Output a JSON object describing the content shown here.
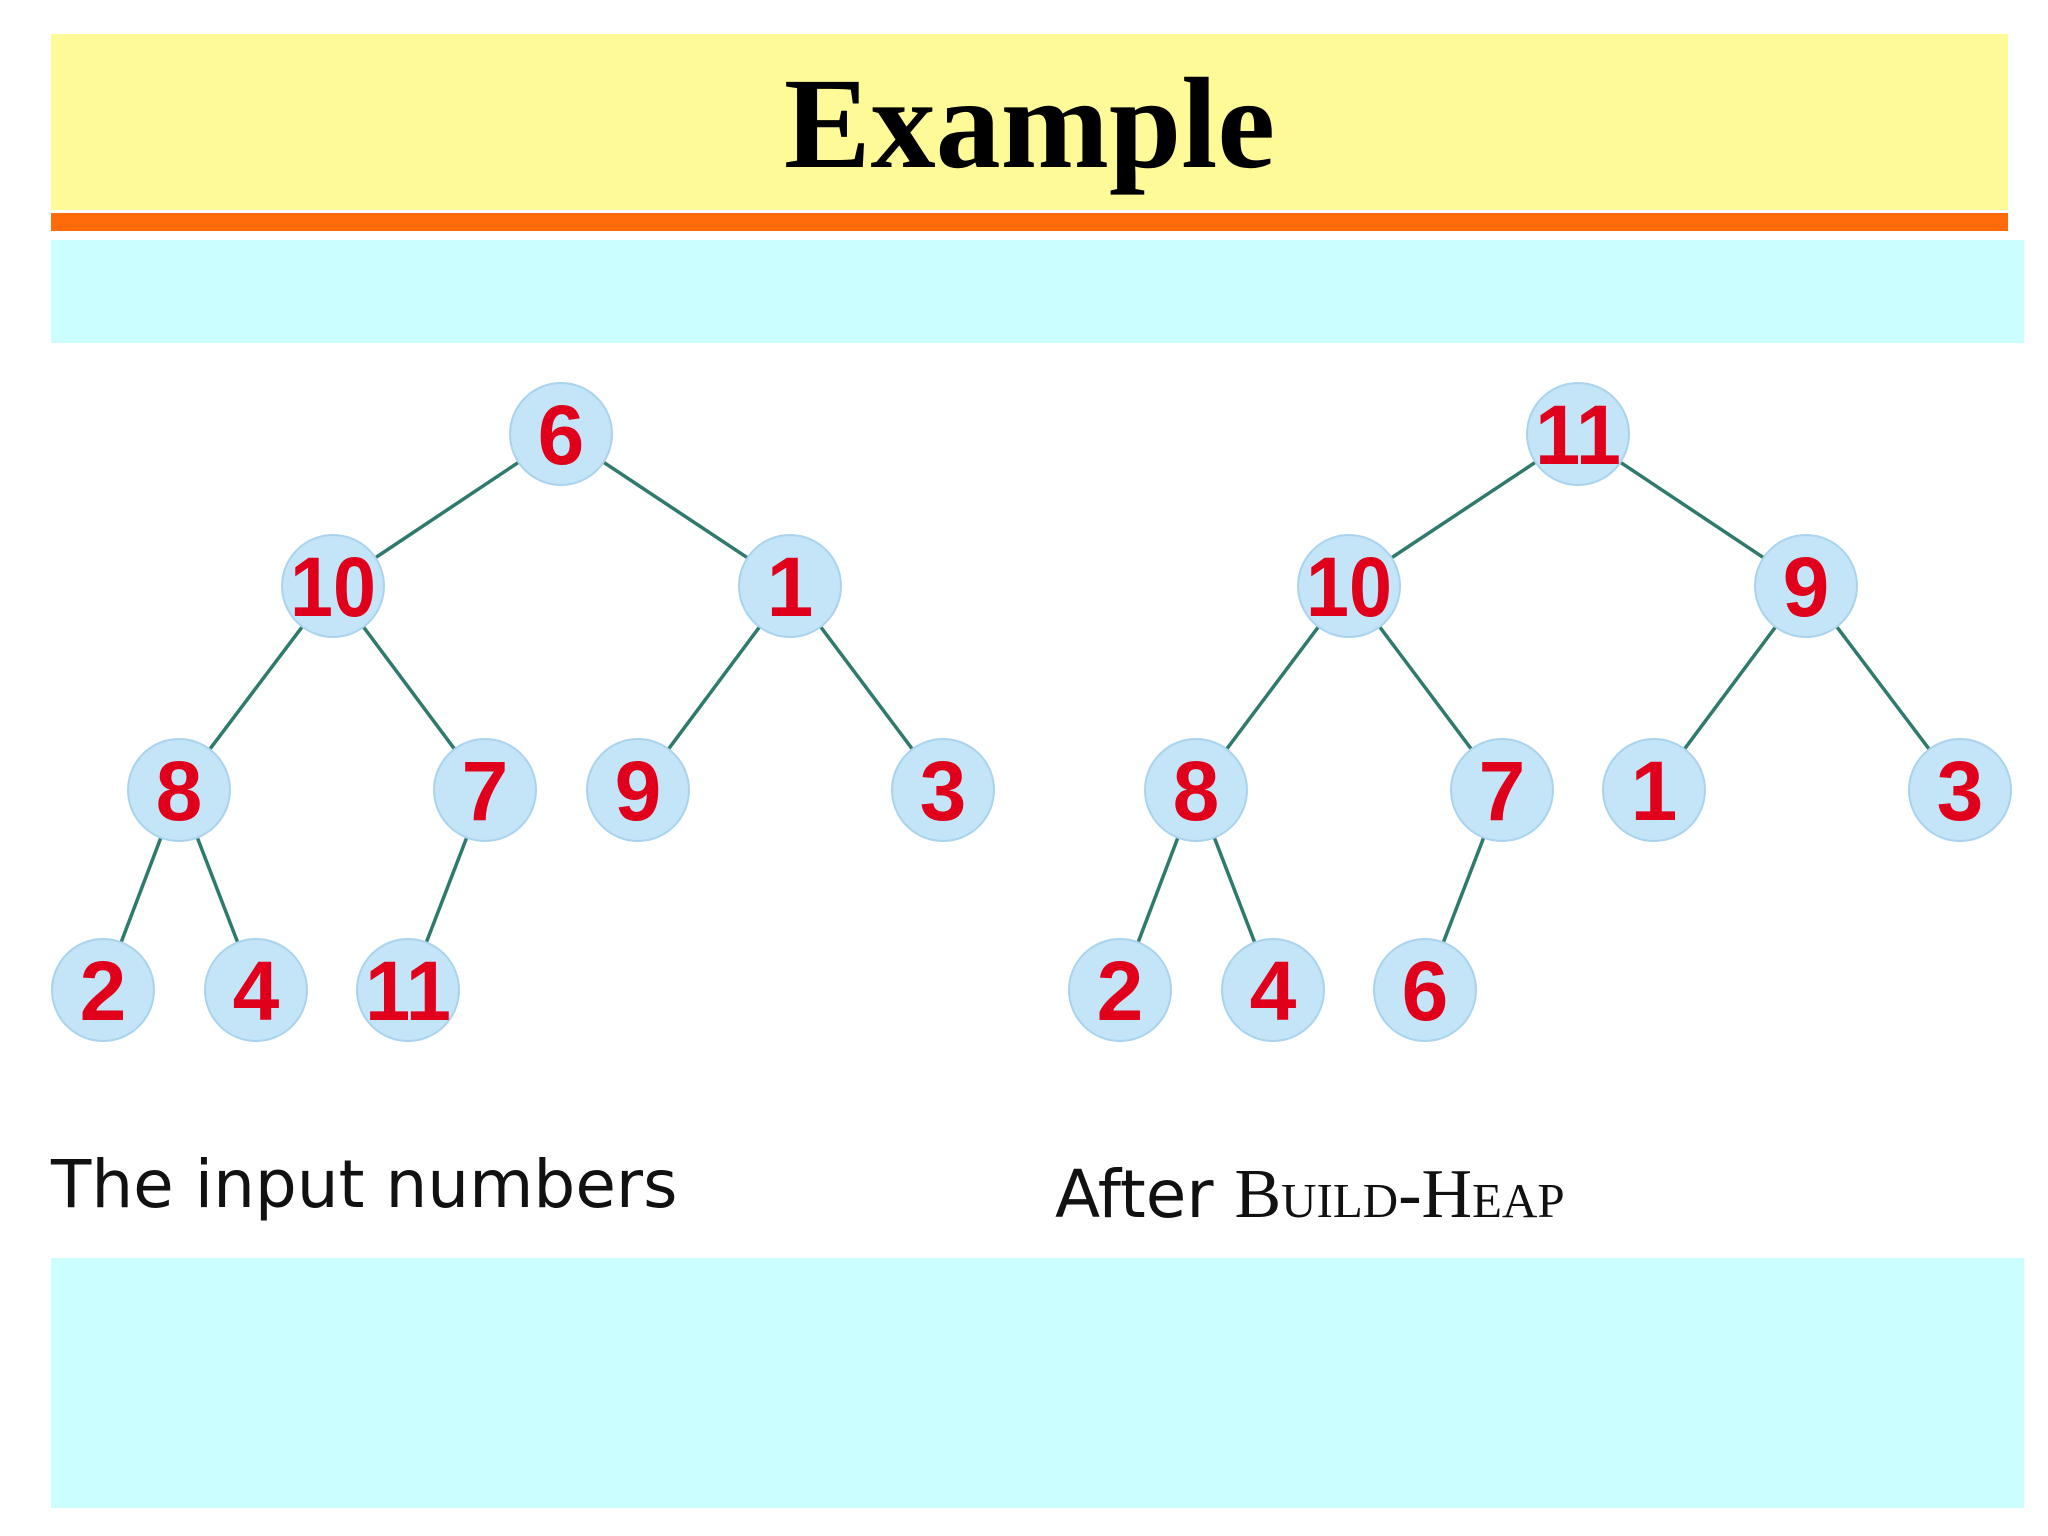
{
  "slide": {
    "title": "Example"
  },
  "captions": {
    "left": "The input numbers",
    "right_prefix": "After ",
    "right_smallcaps": "Build-Heap"
  },
  "colors": {
    "title_band": "#fdfa97",
    "rule": "#ff6a0a",
    "cyan_band": "#cbfefe",
    "node_fill": "#c4e4f7",
    "node_text": "#e0001b",
    "edge": "#2e7a6c"
  },
  "trees": [
    {
      "id": "input",
      "nodes": [
        "6",
        "10",
        "1",
        "8",
        "7",
        "9",
        "3",
        "2",
        "4",
        "11"
      ]
    },
    {
      "id": "heap",
      "nodes": [
        "11",
        "10",
        "9",
        "8",
        "7",
        "1",
        "3",
        "2",
        "4",
        "6"
      ]
    }
  ]
}
